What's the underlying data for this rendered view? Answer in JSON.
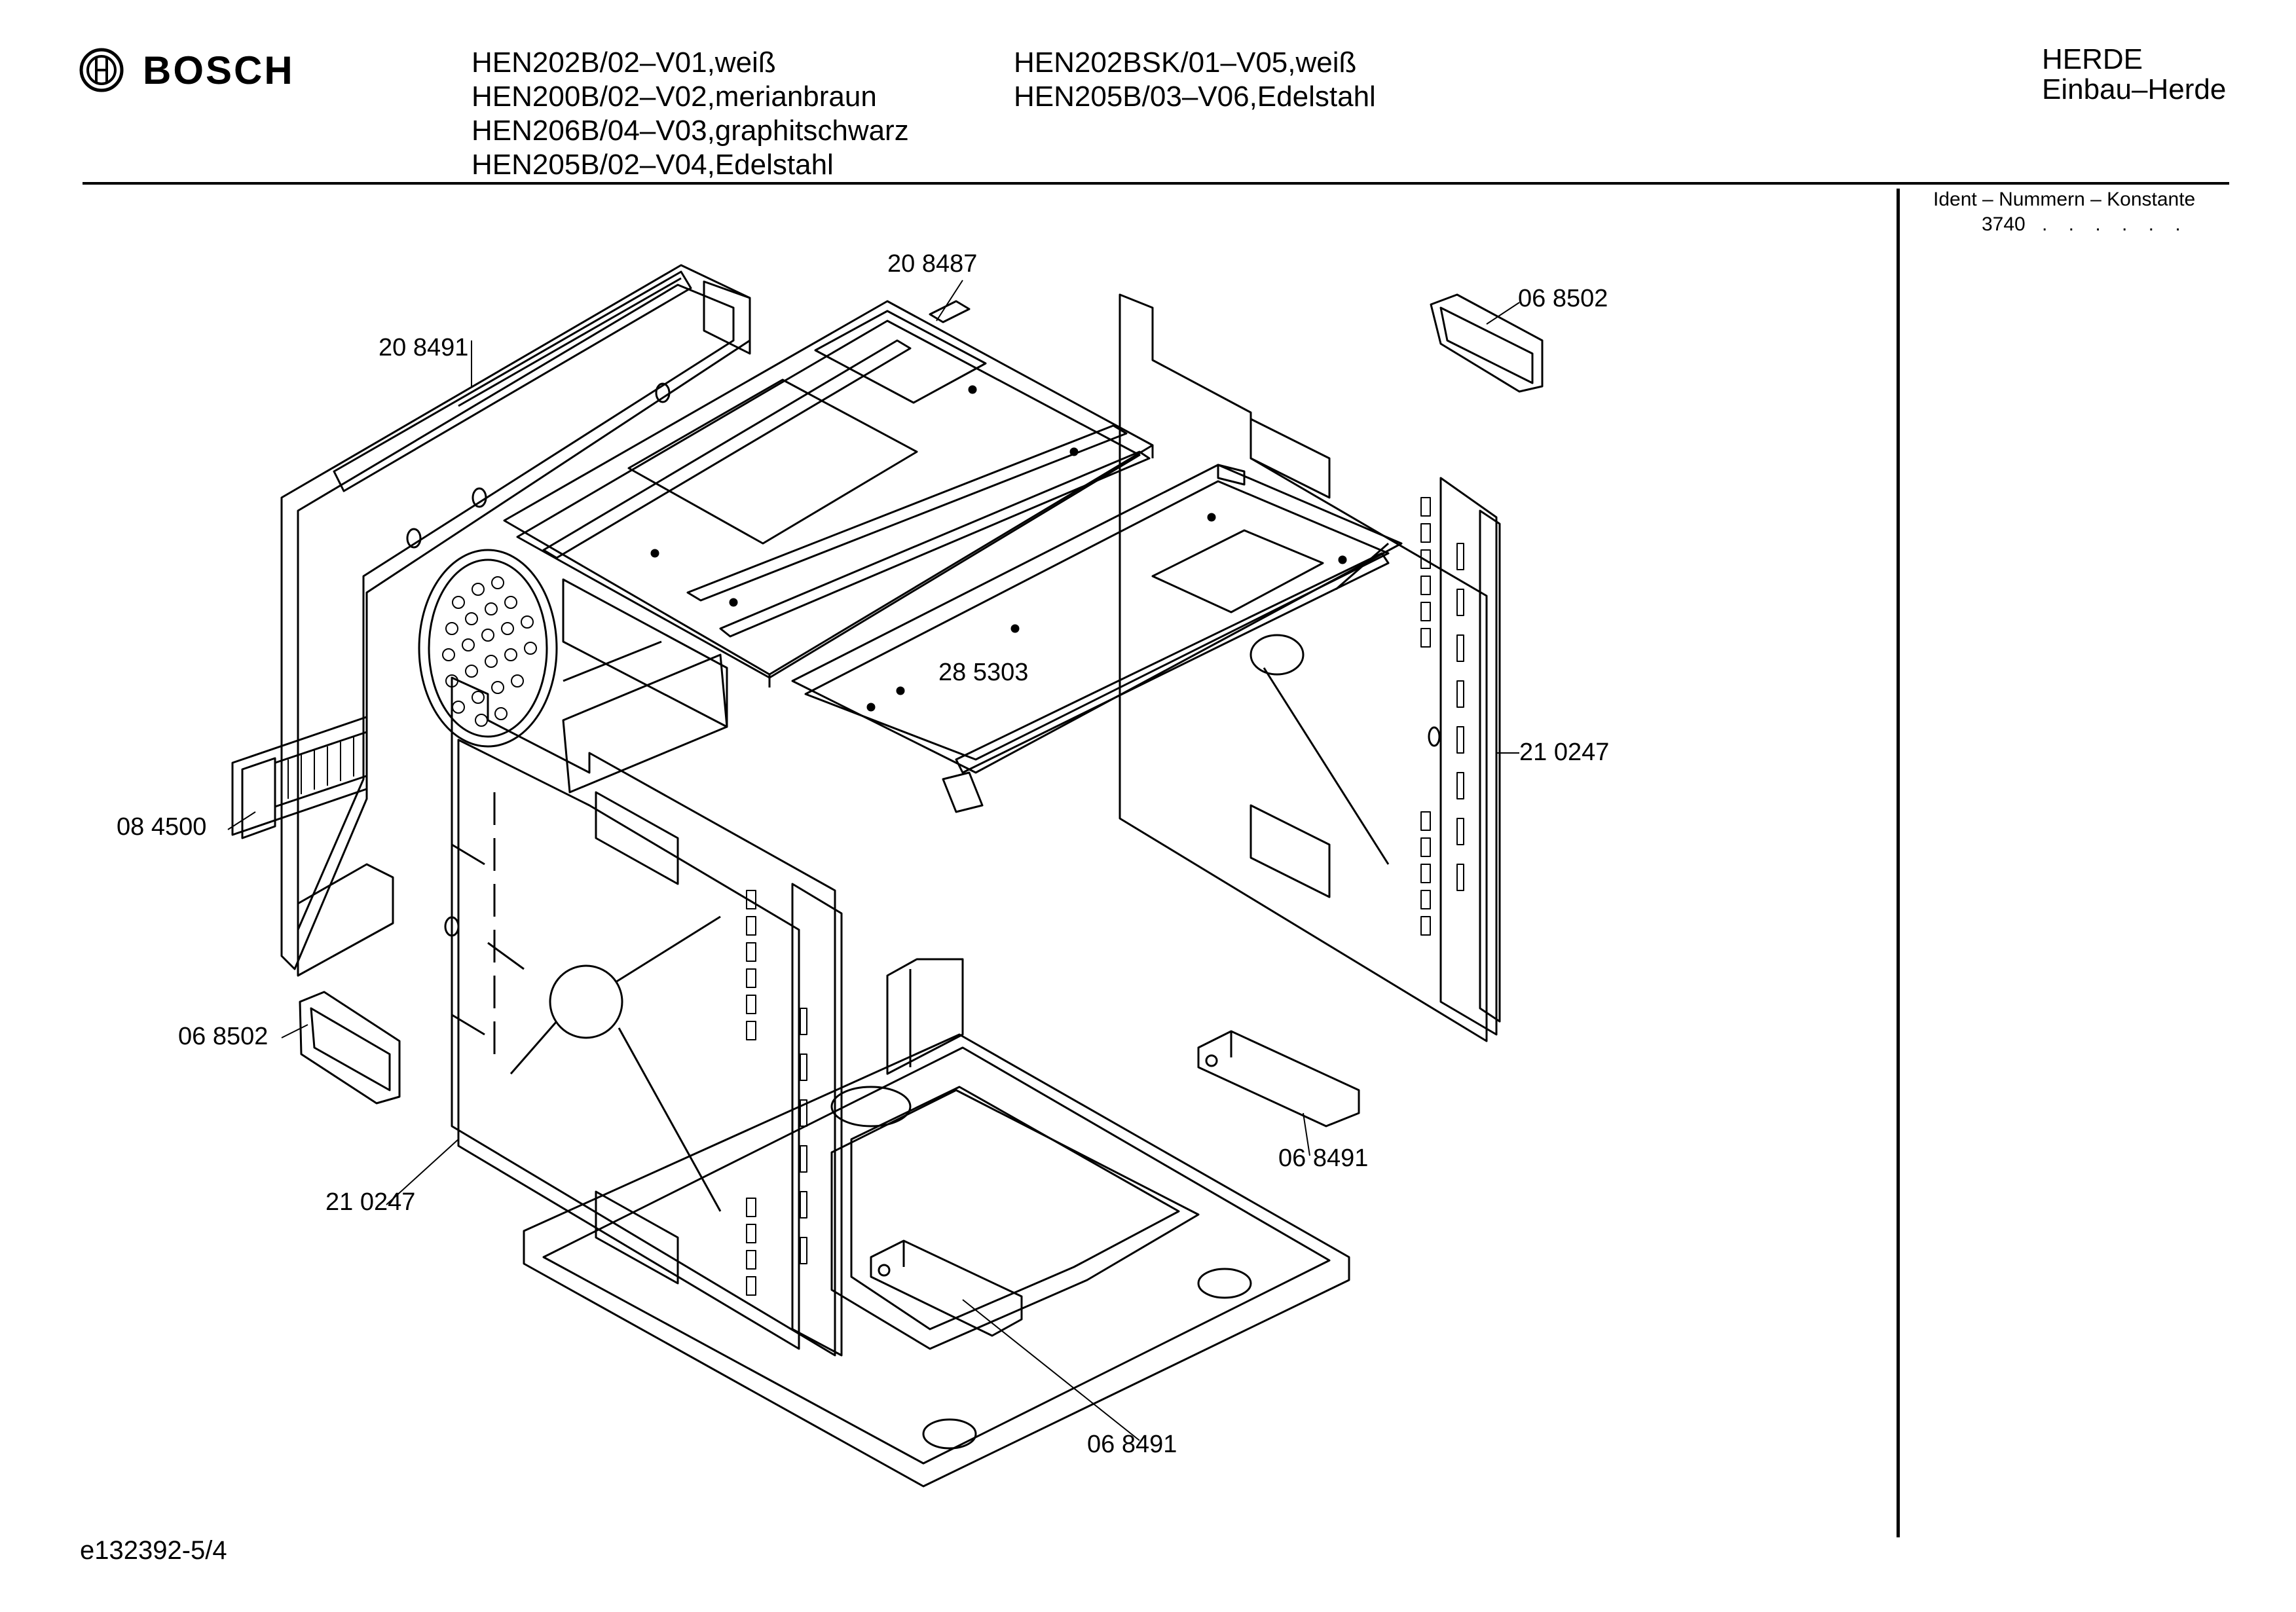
{
  "header": {
    "brand": "BOSCH",
    "models_col1": [
      "HEN202B/02–V01,weiß",
      "HEN200B/02–V02,merianbraun",
      "HEN206B/04–V03,graphitschwarz",
      "HEN205B/02–V04,Edelstahl"
    ],
    "models_col2": [
      "HEN202BSK/01–V05,weiß",
      "HEN205B/03–V06,Edelstahl"
    ],
    "category_line1": "HERDE",
    "category_line2": "Einbau–Herde"
  },
  "ident": {
    "title": "Ident – Nummern – Konstante",
    "code": "3740",
    "dots": ". . . . . ."
  },
  "parts": {
    "p208487": "20 8487",
    "p208491": "20 8491",
    "p068502_top": "06 8502",
    "p285303": "28 5303",
    "p210247_right": "21 0247",
    "p084500": "08 4500",
    "p068502_left": "06 8502",
    "p068491_right": "06 8491",
    "p210247_left": "21 0247",
    "p068491_bottom": "06 8491"
  },
  "footer": {
    "doc_id": "e132392-5/4"
  }
}
